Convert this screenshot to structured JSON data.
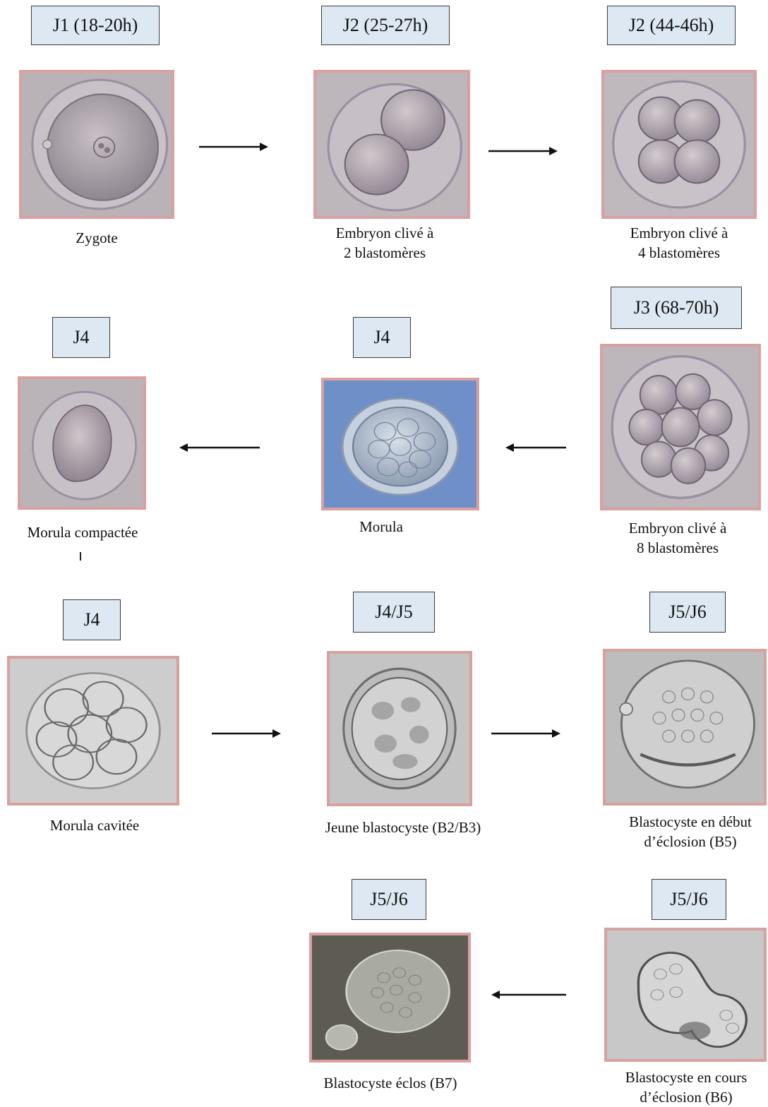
{
  "stages": [
    {
      "id": "zygote",
      "day": "J1 (18-20h)",
      "caption": [
        "Zygote"
      ]
    },
    {
      "id": "cleaved-2",
      "day": "J2 (25-27h)",
      "caption": [
        "Embryon clivé à",
        "2 blastomères"
      ]
    },
    {
      "id": "cleaved-4",
      "day": "J2 (44-46h)",
      "caption": [
        "Embryon clivé à",
        "4 blastomères"
      ]
    },
    {
      "id": "cleaved-8",
      "day": "J3 (68-70h)",
      "caption": [
        "Embryon clivé à",
        "8 blastomères"
      ]
    },
    {
      "id": "morula",
      "day": "J4",
      "caption": [
        "Morula"
      ]
    },
    {
      "id": "compacted-morula",
      "day": "J4",
      "caption": [
        "Morula compactée"
      ]
    },
    {
      "id": "cavitated-morula",
      "day": "J4",
      "caption": [
        "Morula cavitée"
      ]
    },
    {
      "id": "young-blastocyst",
      "day": "J4/J5",
      "caption": [
        "Jeune blastocyste (B2/B3)"
      ]
    },
    {
      "id": "hatching-start",
      "day": "J5/J6",
      "caption": [
        "Blastocyste en début",
        "d’éclosion (B5)"
      ]
    },
    {
      "id": "hatching",
      "day": "J5/J6",
      "caption": [
        "Blastocyste en cours",
        "d’éclosion (B6)"
      ]
    },
    {
      "id": "hatched",
      "day": "J5/J6",
      "caption": [
        "Blastocyste éclos (B7)"
      ]
    }
  ],
  "colors": {
    "frame_border": "#d9a0a0",
    "label_background": "#dde8f3",
    "arrow": "#111111"
  }
}
